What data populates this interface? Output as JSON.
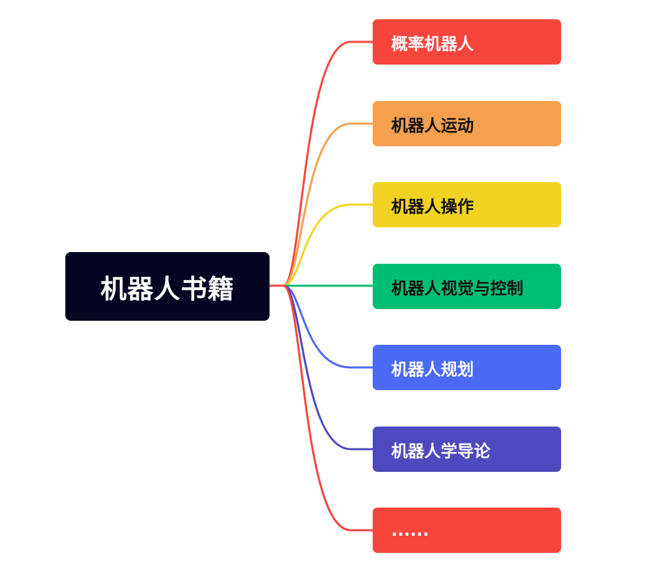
{
  "root": {
    "label": "机器人书籍",
    "color": "#050522"
  },
  "branches": [
    {
      "label": "概率机器人",
      "color": "#f5453d",
      "text_color": "#ffffff"
    },
    {
      "label": "机器人运动",
      "color": "#f4a04e",
      "text_color": "#111111"
    },
    {
      "label": "机器人操作",
      "color": "#f2d323",
      "text_color": "#111111"
    },
    {
      "label": "机器人视觉与控制",
      "color": "#00bf75",
      "text_color": "#111111"
    },
    {
      "label": "机器人规划",
      "color": "#4a6af5",
      "text_color": "#ffffff"
    },
    {
      "label": "机器人学导论",
      "color": "#4d4ac0",
      "text_color": "#ffffff"
    },
    {
      "label": "......",
      "color": "#f5453d",
      "text_color": "#ffffff"
    }
  ]
}
